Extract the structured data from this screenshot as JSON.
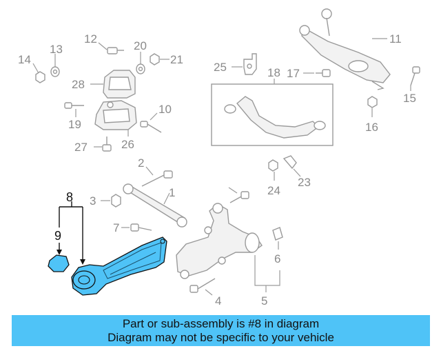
{
  "callouts": {
    "c1": "1",
    "c2": "2",
    "c3": "3",
    "c4": "4",
    "c5": "5",
    "c6": "6",
    "c7": "7",
    "c8": "8",
    "c9": "9",
    "c10": "10",
    "c11": "11",
    "c12": "12",
    "c13": "13",
    "c14": "14",
    "c15": "15",
    "c16": "16",
    "c17": "17",
    "c18": "18",
    "c19": "19",
    "c20": "20",
    "c21": "21",
    "c23": "23",
    "c24": "24",
    "c25": "25",
    "c26": "26",
    "c27": "27",
    "c28": "28"
  },
  "highlight": {
    "color": "#4fc3f7",
    "part": "8"
  },
  "banner": {
    "line1": "Part or sub-assembly is #8 in diagram",
    "line2": "Diagram may not be specific to your vehicle",
    "color": "#4fc3f7"
  }
}
